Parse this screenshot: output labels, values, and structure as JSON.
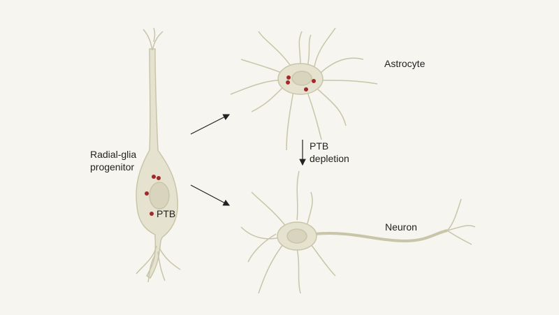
{
  "labels": {
    "progenitor": [
      "Radial-glia",
      "progenitor"
    ],
    "ptb": "PTB",
    "astrocyte": "Astrocyte",
    "depletion": [
      "PTB",
      "depletion"
    ],
    "neuron": "Neuron"
  },
  "colors": {
    "background": "#f6f5ef",
    "cell_fill": "#e5e2cf",
    "cell_stroke": "#c8c5a9",
    "nucleus": "#d8d4bd",
    "ptb_dot": "#a3282b",
    "arrow": "#222222"
  }
}
